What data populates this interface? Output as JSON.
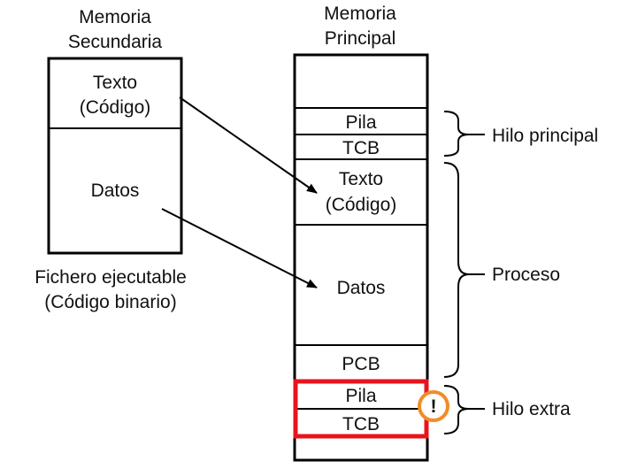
{
  "secondary": {
    "title_line1": "Memoria",
    "title_line2": "Secundaria",
    "texto_line1": "Texto",
    "texto_line2": "(Código)",
    "datos": "Datos",
    "caption_line1": "Fichero ejecutable",
    "caption_line2": "(Código binario)"
  },
  "primary": {
    "title_line1": "Memoria",
    "title_line2": "Principal",
    "pila_main": "Pila",
    "tcb_main": "TCB",
    "texto_line1": "Texto",
    "texto_line2": "(Código)",
    "datos": "Datos",
    "pcb": "PCB",
    "pila_extra": "Pila",
    "tcb_extra": "TCB"
  },
  "braces": {
    "hilo_principal": "Hilo principal",
    "proceso": "Proceso",
    "hilo_extra": "Hilo extra"
  },
  "badge": {
    "symbol": "!",
    "icon": "warning-icon",
    "color": "#f28c28"
  },
  "highlight_color": "#e8141c"
}
